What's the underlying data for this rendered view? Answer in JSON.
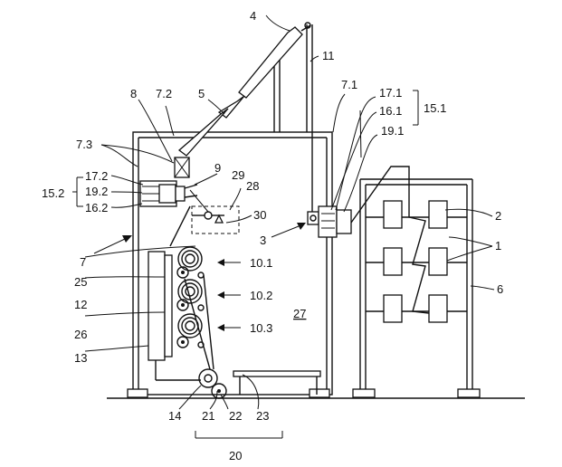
{
  "labels": {
    "l4": "4",
    "l11": "11",
    "l8": "8",
    "l72": "7.2",
    "l5": "5",
    "l71": "7.1",
    "l171": "17.1",
    "l161": "16.1",
    "l151": "15.1",
    "l191": "19.1",
    "l73": "7.3",
    "l9": "9",
    "l29": "29",
    "l28": "28",
    "l30": "30",
    "l172": "17.2",
    "l192": "19.2",
    "l162": "16.2",
    "l152": "15.2",
    "l2": "2",
    "l3": "3",
    "l1": "1",
    "l6": "6",
    "l7": "7",
    "l101": "10.1",
    "l102": "10.2",
    "l103": "10.3",
    "l25": "25",
    "l12": "12",
    "l26": "26",
    "l27": "27",
    "l13": "13",
    "l14": "14",
    "l21": "21",
    "l22": "22",
    "l23": "23",
    "l20": "20"
  }
}
